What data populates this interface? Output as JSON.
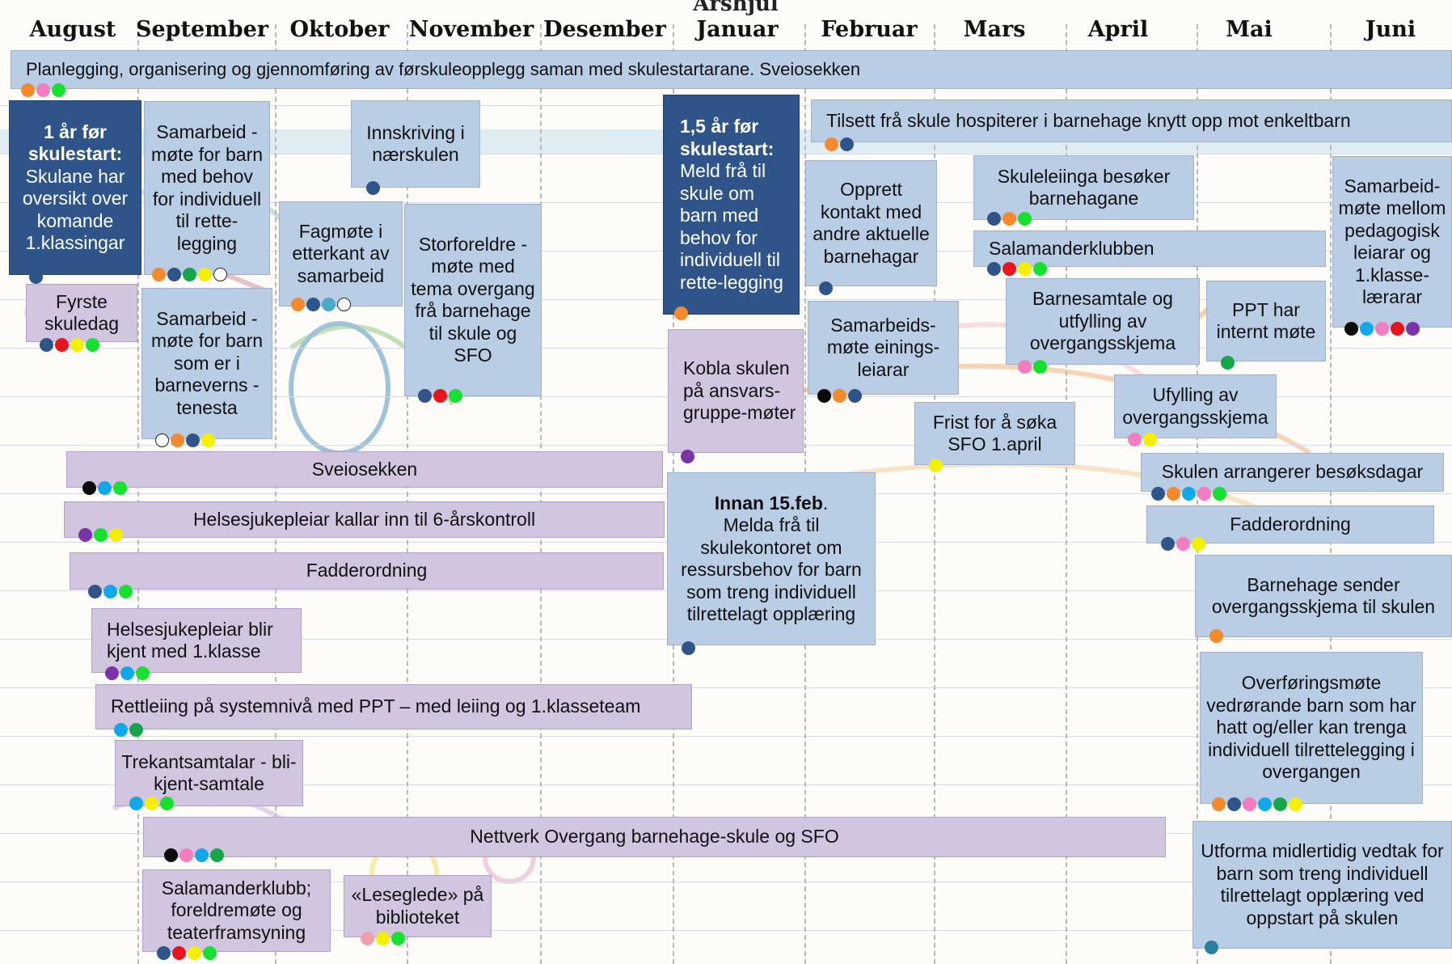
{
  "title_fragment": "Årshjul",
  "months": [
    "August",
    "September",
    "Oktober",
    "November",
    "Desember",
    "Januar",
    "Februar",
    "Mars",
    "April",
    "Mai",
    "Juni"
  ],
  "colors": {
    "navy": "#2f5489",
    "orange": "#f28a2e",
    "pink": "#f47cc0",
    "green": "#17e030",
    "dkgreen": "#16a54a",
    "red": "#e8141e",
    "yellow": "#f5f000",
    "cyan": "#10a8e8",
    "teal": "#4aa8c8",
    "white": "#ffffff",
    "black": "#0a0a0a",
    "purple": "#7a33a8",
    "rose": "#f0a0a8",
    "steel": "#2a7f9e"
  },
  "events": {
    "banner": {
      "text": "Planlegging, organisering og gjennomføring av førskuleopplegg saman med skulestartarane. Sveiosekken",
      "dots": [
        "orange",
        "pink",
        "green"
      ]
    },
    "aar1": {
      "bold": "1 år før skulestart:",
      "text": "Skulane har oversikt over komande 1.klassingar",
      "dots": [
        "navy"
      ]
    },
    "samarbeid_individuell": {
      "text": "Samarbeid -møte for barn med behov for individuell til rette-legging",
      "dots": [
        "orange",
        "navy",
        "dkgreen",
        "yellow",
        "white"
      ]
    },
    "innskriving": {
      "text": "Innskriving i nærskulen",
      "dots": [
        "navy"
      ]
    },
    "fagmote": {
      "text": "Fagmøte i etterkant av samarbeid",
      "dots": [
        "orange",
        "navy",
        "teal",
        "white"
      ]
    },
    "storforeldre": {
      "text": "Storforeldre -møte med tema overgang frå barnehage til skule og SFO",
      "dots": [
        "navy",
        "red",
        "green"
      ]
    },
    "fyrste": {
      "text": "Fyrste skuledag",
      "dots": [
        "navy",
        "red",
        "yellow",
        "green"
      ]
    },
    "barnevern": {
      "text": "Samarbeid -møte for barn som er i barneverns -tenesta",
      "dots": [
        "white",
        "orange",
        "navy",
        "yellow"
      ]
    },
    "aar15": {
      "bold": "1,5 år før skulestart:",
      "text": "Meld frå til skule om barn med behov for individuell til rette-legging",
      "dots": [
        "orange"
      ]
    },
    "tilsett": {
      "text": "Tilsett frå skule hospiterer i barnehage knytt opp mot enkeltbarn",
      "dots": [
        "orange",
        "navy"
      ]
    },
    "opprett": {
      "text": "Opprett kontakt med andre aktuelle barnehagar",
      "dots": [
        "navy"
      ]
    },
    "skuleleiinga": {
      "text": "Skuleleiinga besøker barnehagane",
      "dots": [
        "navy",
        "orange",
        "green"
      ]
    },
    "salamander": {
      "text": "Salamanderklubben",
      "dots": [
        "navy",
        "red",
        "yellow",
        "green"
      ]
    },
    "samarbeid_leiarar": {
      "text": "Samarbeid-møte mellom pedagogisk leiarar og 1.klasse-lærarar",
      "dots": [
        "black",
        "cyan",
        "pink",
        "red",
        "purple"
      ]
    },
    "barnesamtale": {
      "text": "Barnesamtale og utfylling av overgangsskjema",
      "dots": [
        "pink",
        "green"
      ]
    },
    "ppt_internt": {
      "text": "PPT har internt møte",
      "dots": [
        "dkgreen"
      ]
    },
    "einingsleiarar": {
      "text": "Samarbeids-møte einings-leiarar",
      "dots": [
        "black",
        "orange",
        "navy"
      ]
    },
    "kobla": {
      "text": "Kobla skulen på ansvars-gruppe-møter",
      "dots": [
        "purple"
      ]
    },
    "ufylling": {
      "text": "Ufylling av overgangsskjema",
      "dots": [
        "pink",
        "yellow"
      ]
    },
    "frist": {
      "text": "Frist for å søka SFO 1.april",
      "dots": [
        "yellow"
      ]
    },
    "sveiosekken": {
      "text": "Sveiosekken",
      "dots": [
        "black",
        "cyan",
        "green"
      ]
    },
    "besoksdagar": {
      "text": "Skulen arrangerer besøksdagar",
      "dots": [
        "navy",
        "orange",
        "cyan",
        "pink",
        "green"
      ]
    },
    "helse6": {
      "text": "Helsesjukepleiar kallar inn til 6-årskontroll",
      "dots": [
        "purple",
        "green",
        "yellow"
      ]
    },
    "innan15": {
      "bold": "Innan 15.feb",
      "bold_tail": ".",
      "text": "Melda frå til skulekontoret om ressursbehov for barn som treng individuell tilrettelagt opplæring",
      "dots": [
        "navy"
      ]
    },
    "fadder_r": {
      "text": "Fadderordning",
      "dots": [
        "navy",
        "pink",
        "yellow"
      ]
    },
    "fadder_l": {
      "text": "Fadderordning",
      "dots": [
        "navy",
        "cyan",
        "green"
      ]
    },
    "barnehage_sender": {
      "text": "Barnehage sender overgangsskjema til skulen",
      "dots": [
        "orange"
      ]
    },
    "helse1kl": {
      "text": "Helsesjukepleiar blir kjent med 1.klasse",
      "dots": [
        "purple",
        "cyan",
        "green"
      ]
    },
    "rettleiing": {
      "text": "Rettleiing  på systemnivå med PPT – med leiing og 1.klasseteam",
      "dots": [
        "cyan",
        "dkgreen"
      ]
    },
    "overforing": {
      "text": "Overføringsmøte vedrørande barn som har hatt og/eller kan trenga individuell tilrettelegging i overgangen",
      "dots": [
        "orange",
        "navy",
        "pink",
        "cyan",
        "dkgreen",
        "yellow"
      ]
    },
    "trekant": {
      "text": "Trekantsamtalar - bli-kjent-samtale",
      "dots": [
        "cyan",
        "yellow",
        "green"
      ]
    },
    "nettverk": {
      "text": "Nettverk Overgang barnehage-skule og SFO",
      "dots": [
        "black",
        "pink",
        "cyan",
        "dkgreen"
      ]
    },
    "vedtak": {
      "text": "Utforma midlertidig vedtak for barn som treng individuell tilrettelagt opplæring ved oppstart på skulen",
      "dots": [
        "steel"
      ]
    },
    "salamanderklubb": {
      "text": "Salamanderklubb; foreldremøte og teaterframsyning",
      "dots": [
        "navy",
        "red",
        "yellow",
        "green"
      ]
    },
    "leseglede": {
      "text": "«Leseglede» på biblioteket",
      "dots": [
        "rose",
        "yellow",
        "green"
      ]
    }
  }
}
